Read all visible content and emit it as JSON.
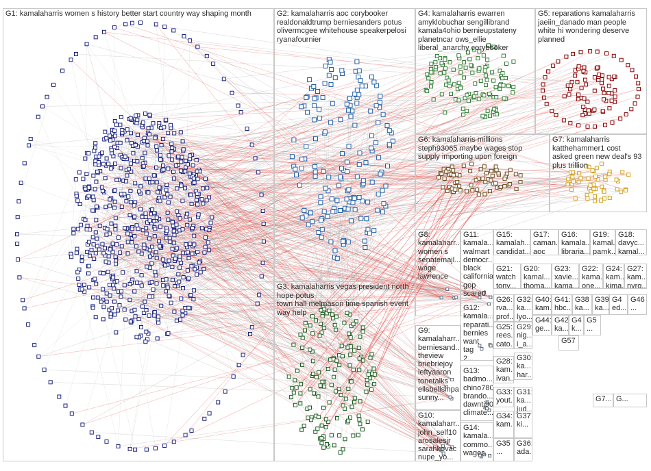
{
  "graph": {
    "groups": [
      {
        "id": "G1",
        "label": "G1: kamalaharris women s history better start country way shaping month",
        "color": "#1a237e"
      },
      {
        "id": "G2",
        "label": "G2: kamalaharris aoc corybooker\nrealdonaldtrump berniesanders potus\nolivermcgee whitehouse speakerpelosi\nryanafournier",
        "color": "#1e5fa8"
      },
      {
        "id": "G3",
        "label": "G3: kamalaharris vegas president north hope potus\ntown hall melmason time spanish event way help",
        "color": "#1b5e20"
      },
      {
        "id": "G4",
        "label": "G4: kamalaharris ewarren\namyklobuchar sengillibrand\nkamala4ohio bernieupstateny\nplanetncar ows_ellie\nliberal_anarchy corybooker",
        "color": "#2e7d32"
      },
      {
        "id": "G5",
        "label": "G5: reparations kamalaharris\njaeiin_danado man people\nwhite hi wondering deserve\nplanned",
        "color": "#8b0000"
      },
      {
        "id": "G6",
        "label": "G6: kamalaharris millions\nsteph93065 maybe wages stop\nsupply importing upon foreign",
        "color": "#6d4c1f"
      },
      {
        "id": "G7",
        "label": "G7: kamalaharris\nkatthehammer1 cost\nasked green new deal's 93\nplus trillion",
        "color": "#d4a017"
      },
      {
        "id": "G8",
        "label": "G8:\nkamalaharr...\nwomen s\nsenatemajl...\nwage\nlawrence",
        "color": "#5d6d7e"
      },
      {
        "id": "G9",
        "label": "G9:\nkamalaharr...\nberniesand...\ntheview\nbriebriejoy\nleftyaaron\ntonetalks\nellsbellsinpa\nsunny...",
        "color": "#5d6d7e"
      },
      {
        "id": "G10",
        "label": "G10:\nkamalaharr...\njohn_self10\narosalesjr\nsarahkovac\nnupe_yo...",
        "color": "#5d6d7e"
      },
      {
        "id": "G11",
        "label": "G11:\nkamala...\nwalmart\ndemocr...\nblack\ncalifornia\ngop\nscared...",
        "color": "#5d6d7e"
      },
      {
        "id": "G12",
        "label": "G12:\nkamala...\nreparati...\nbernies\nwant tag\n2...",
        "color": "#5d6d7e"
      },
      {
        "id": "G13",
        "label": "G13:\nbadmo...\nchino780\nbrando...\ndawntj90\nclimate...",
        "color": "#5d6d7e"
      },
      {
        "id": "G14",
        "label": "G14:\nkamala...\ncommo...\nwages...",
        "color": "#5d6d7e"
      },
      {
        "id": "G15",
        "label": "G15:\nkamalah...\ncandidat...",
        "color": "#5d6d7e"
      },
      {
        "id": "G17",
        "label": "G17:\ncaman...\naoc",
        "color": "#5d6d7e"
      },
      {
        "id": "G16",
        "label": "G16:\nkamala...\nlibraria...",
        "color": "#5d6d7e"
      },
      {
        "id": "G19",
        "label": "G19:\nkamal...\npamk...",
        "color": "#5d6d7e"
      },
      {
        "id": "G18",
        "label": "G18:\ndavyc...\nkamal...",
        "color": "#5d6d7e"
      },
      {
        "id": "G21",
        "label": "G21:\nwatch\ntony...",
        "color": "#5d6d7e"
      },
      {
        "id": "G20",
        "label": "G20:\nkamal...\nthoma...",
        "color": "#5d6d7e"
      },
      {
        "id": "G23",
        "label": "G23:\nxavie...\nkama...",
        "color": "#5d6d7e"
      },
      {
        "id": "G22",
        "label": "G22:\nkama...\none...",
        "color": "#5d6d7e"
      },
      {
        "id": "G24",
        "label": "G24:\nkam...\nkima...",
        "color": "#5d6d7e"
      },
      {
        "id": "G27",
        "label": "G27:\nkam...\nnvrg...",
        "color": "#5d6d7e"
      },
      {
        "id": "G26",
        "label": "G26:\nrva...\nprof...",
        "color": "#5d6d7e"
      },
      {
        "id": "G32",
        "label": "G32:\nka...\nlyo...",
        "color": "#5d6d7e"
      },
      {
        "id": "G40",
        "label": "G40:\nkam...",
        "color": "#5d6d7e"
      },
      {
        "id": "G41",
        "label": "G41:\nhbc...",
        "color": "#5d6d7e"
      },
      {
        "id": "G38",
        "label": "G38\nka...",
        "color": "#5d6d7e"
      },
      {
        "id": "G39",
        "label": "G39:\nka...",
        "color": "#5d6d7e"
      },
      {
        "id": "G4b",
        "label": "G4\ned...",
        "color": "#5d6d7e"
      },
      {
        "id": "G46",
        "label": "G46\n...",
        "color": "#5d6d7e"
      },
      {
        "id": "G25",
        "label": "G25:\nrees...\ncato...",
        "color": "#5d6d7e"
      },
      {
        "id": "G29",
        "label": "G29:\nnig...\ni_a...",
        "color": "#5d6d7e"
      },
      {
        "id": "G44",
        "label": "G44:\nge...",
        "color": "#5d6d7e"
      },
      {
        "id": "G42",
        "label": "G42\nka...",
        "color": "#5d6d7e"
      },
      {
        "id": "G4c",
        "label": "G4\nk...",
        "color": "#5d6d7e"
      },
      {
        "id": "G5b",
        "label": "G5\n...",
        "color": "#5d6d7e"
      },
      {
        "id": "G28",
        "label": "G28:\nkam...\nivan...",
        "color": "#5d6d7e"
      },
      {
        "id": "G30",
        "label": "G30:\nka...\nhar...",
        "color": "#5d6d7e"
      },
      {
        "id": "G57",
        "label": "G57",
        "color": "#5d6d7e"
      },
      {
        "id": "G33",
        "label": "G33:\nyout...",
        "color": "#5d6d7e"
      },
      {
        "id": "G31",
        "label": "G31:\nka...\njud...",
        "color": "#5d6d7e"
      },
      {
        "id": "G34",
        "label": "G34:\nkam...",
        "color": "#5d6d7e"
      },
      {
        "id": "G37",
        "label": "G37\nki...",
        "color": "#5d6d7e"
      },
      {
        "id": "G35",
        "label": "G35\n...",
        "color": "#5d6d7e"
      },
      {
        "id": "G36",
        "label": "G36:\nada...",
        "color": "#5d6d7e"
      },
      {
        "id": "G7b",
        "label": "G7...",
        "color": "#5d6d7e"
      },
      {
        "id": "Gx",
        "label": "G...",
        "color": "#5d6d7e"
      }
    ],
    "colors": {
      "edge_gray": "#9e9e9e",
      "edge_red": "#e53935",
      "panel_border": "#c8c8c8"
    }
  }
}
